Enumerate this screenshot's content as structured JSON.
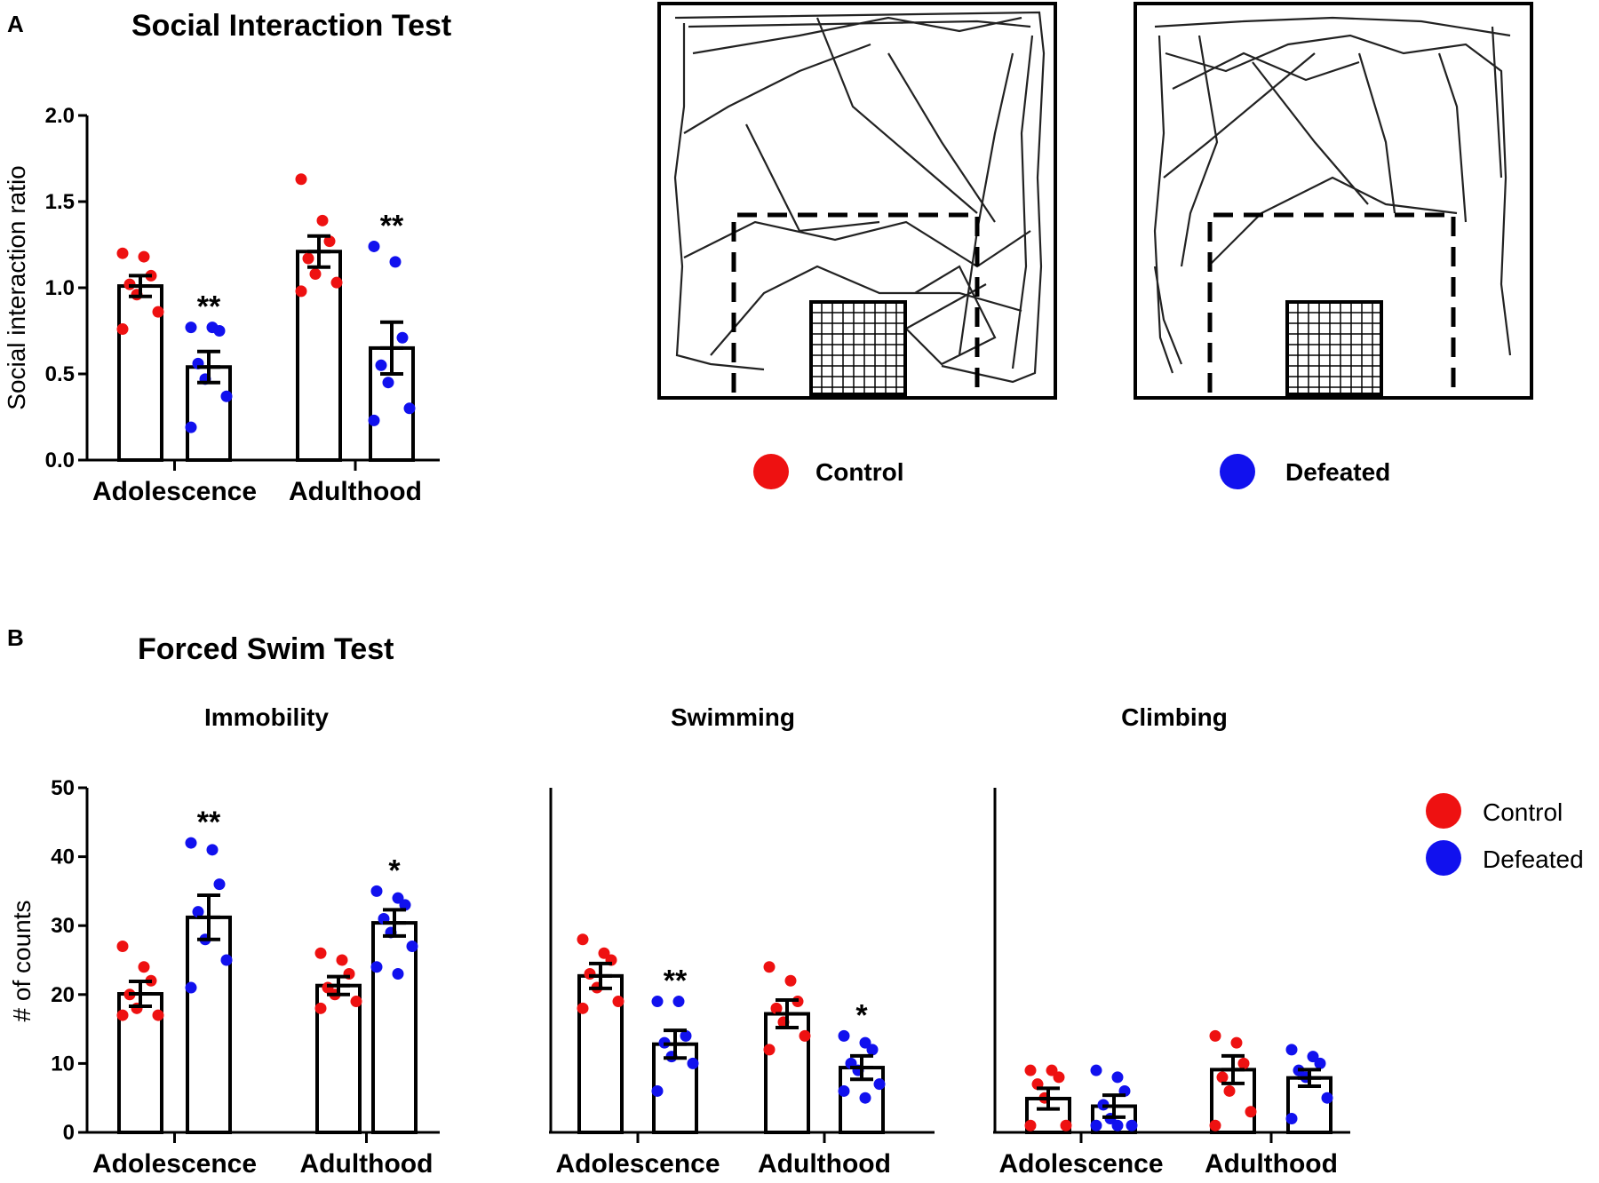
{
  "panels": {
    "a": {
      "letter": "A",
      "title": "Social Interaction Test"
    },
    "b": {
      "letter": "B",
      "title": "Forced Swim Test"
    }
  },
  "colors": {
    "control": "#ee1111",
    "defeated": "#1111ee",
    "ink": "#000000"
  },
  "legend_a": {
    "control": "Control",
    "defeated": "Defeated"
  },
  "legend_b": {
    "control": "Control",
    "defeated": "Defeated"
  },
  "tracks": {
    "control": {
      "name": "control-track-arena"
    },
    "defeated": {
      "name": "defeated-track-arena"
    }
  },
  "chart_data": [
    {
      "id": "social",
      "type": "bar",
      "title": "",
      "ylabel": "Social interaction ratio",
      "xlabel": "",
      "ylim": [
        0,
        2.0
      ],
      "yticks": [
        "0.0",
        "0.5",
        "1.0",
        "1.5",
        "2.0"
      ],
      "categories": [
        "Adolescence",
        "Adulthood"
      ],
      "series": [
        {
          "name": "Control",
          "means": [
            1.01,
            1.21
          ],
          "sem": [
            0.06,
            0.09
          ],
          "points": [
            [
              1.2,
              1.18,
              1.07,
              1.02,
              0.96,
              0.86,
              0.76
            ],
            [
              1.63,
              1.39,
              1.27,
              1.17,
              1.08,
              1.03,
              0.98
            ]
          ]
        },
        {
          "name": "Defeated",
          "means": [
            0.54,
            0.65
          ],
          "sem": [
            0.09,
            0.15
          ],
          "points": [
            [
              0.77,
              0.77,
              0.75,
              0.56,
              0.47,
              0.37,
              0.19
            ],
            [
              1.24,
              1.15,
              0.71,
              0.55,
              0.45,
              0.3,
              0.23
            ]
          ]
        }
      ],
      "significance": [
        "**",
        "**"
      ]
    },
    {
      "id": "immobility",
      "type": "bar",
      "title": "Immobility",
      "ylabel": "# of counts",
      "xlabel": "",
      "ylim": [
        0,
        50
      ],
      "yticks": [
        "0",
        "10",
        "20",
        "30",
        "40",
        "50"
      ],
      "categories": [
        "Adolescence",
        "Adulthood"
      ],
      "series": [
        {
          "name": "Control",
          "means": [
            20.1,
            21.3
          ],
          "sem": [
            1.8,
            1.3
          ],
          "points": [
            [
              27,
              24,
              22,
              20,
              18,
              17,
              17
            ],
            [
              26,
              25,
              23,
              21,
              20,
              19,
              18
            ]
          ]
        },
        {
          "name": "Defeated",
          "means": [
            31.2,
            30.4
          ],
          "sem": [
            3.2,
            1.9
          ],
          "points": [
            [
              42,
              41,
              36,
              32,
              28,
              25,
              21
            ],
            [
              35,
              34,
              33,
              31,
              29,
              27,
              24,
              23
            ]
          ]
        }
      ],
      "significance": [
        "**",
        "*"
      ]
    },
    {
      "id": "swimming",
      "type": "bar",
      "title": "Swimming",
      "ylabel": "",
      "xlabel": "",
      "ylim": [
        0,
        50
      ],
      "yticks": [],
      "categories": [
        "Adolescence",
        "Adulthood"
      ],
      "series": [
        {
          "name": "Control",
          "means": [
            22.7,
            17.2
          ],
          "sem": [
            1.8,
            2.0
          ],
          "points": [
            [
              28,
              26,
              25,
              23,
              21,
              19,
              18
            ],
            [
              24,
              22,
              19,
              18,
              16,
              14,
              12
            ]
          ]
        },
        {
          "name": "Defeated",
          "means": [
            12.8,
            9.4
          ],
          "sem": [
            2.0,
            1.7
          ],
          "points": [
            [
              19,
              19,
              14,
              13,
              11,
              10,
              6
            ],
            [
              14,
              13,
              12,
              10,
              9,
              7,
              6,
              5
            ]
          ]
        }
      ],
      "significance": [
        "**",
        "*"
      ]
    },
    {
      "id": "climbing",
      "type": "bar",
      "title": "Climbing",
      "ylabel": "",
      "xlabel": "",
      "ylim": [
        0,
        50
      ],
      "yticks": [],
      "categories": [
        "Adolescence",
        "Adulthood"
      ],
      "series": [
        {
          "name": "Control",
          "means": [
            4.9,
            9.1
          ],
          "sem": [
            1.5,
            2.0
          ],
          "points": [
            [
              9,
              9,
              8,
              7,
              5,
              1,
              1
            ],
            [
              14,
              13,
              10,
              8,
              6,
              3,
              1
            ]
          ]
        },
        {
          "name": "Defeated",
          "means": [
            3.8,
            7.9
          ],
          "sem": [
            1.6,
            1.2
          ],
          "points": [
            [
              9,
              8,
              6,
              4,
              2,
              1,
              1,
              1
            ],
            [
              12,
              11,
              10,
              9,
              8,
              5,
              2
            ]
          ]
        }
      ],
      "significance": [
        "",
        ""
      ]
    }
  ]
}
